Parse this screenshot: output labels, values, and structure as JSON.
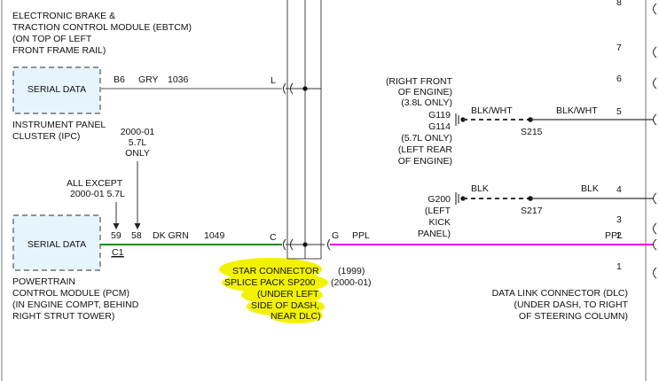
{
  "top_module": {
    "lines": [
      "ELECTRONIC BRAKE &",
      "TRACTION CONTROL MODULE (EBTCM)",
      "(ON TOP OF LEFT",
      "FRONT FRAME RAIL)"
    ]
  },
  "ipc": {
    "box_label": "SERIAL DATA",
    "caption": [
      "INSTRUMENT PANEL",
      "CLUSTER (IPC)"
    ],
    "pin": "B6",
    "color": "GRY",
    "circuit": "1036",
    "conn_pin": "L"
  },
  "pcm": {
    "box_label": "SERIAL DATA",
    "caption": [
      "POWERTRAIN",
      "CONTROL MODULE (PCM)",
      "(IN ENGINE COMPT, BEHIND",
      "RIGHT STRUT TOWER)"
    ],
    "pin_a": "59",
    "pin_b": "58",
    "color": "DK GRN",
    "circuit": "1049",
    "conn_pin": "C",
    "connector": "C1",
    "note_a": [
      "2000-01",
      "5.7L",
      "ONLY"
    ],
    "note_b": [
      "ALL EXCEPT",
      "2000-01 5.7L"
    ]
  },
  "splice": {
    "label": [
      "STAR CONNECTOR",
      "SPLICE PACK SP200",
      "(UNDER LEFT",
      "SIDE OF DASH,",
      "NEAR DLC)"
    ],
    "years": [
      "(1999)",
      "(2000-01)"
    ],
    "out_pin": "G",
    "out_color": "PPL"
  },
  "grounds": {
    "g1_note": [
      "(RIGHT FRONT",
      "OF ENGINE)",
      "(3.8L ONLY)"
    ],
    "g1_id": "G119",
    "g1_id2": "G114",
    "g1_note2": [
      "(5.7L ONLY)",
      "(LEFT REAR",
      "OF ENGINE)"
    ],
    "g1_wire_left": "BLK/WHT",
    "g1_wire_right": "BLK/WHT",
    "g1_splice": "S215",
    "g2_id": "G200",
    "g2_note": [
      "(LEFT",
      "KICK",
      "PANEL)"
    ],
    "g2_wire_left": "BLK",
    "g2_wire_right": "BLK",
    "g2_splice": "S217"
  },
  "dlc": {
    "pins": [
      "8",
      "7",
      "6",
      "5",
      "4",
      "3",
      "2",
      "1"
    ],
    "ppl_label": "PPL",
    "caption": [
      "DATA LINK CONNECTOR (DLC)",
      "(UNDER DASH, TO RIGHT",
      "OF STEERING COLUMN)"
    ]
  },
  "colors": {
    "gray_wire": "#a8a8a8",
    "green_wire": "#1a8a1a",
    "purple_wire": "#e600e6",
    "highlight": "#f2f200",
    "box_fill": "#e6f4fc"
  }
}
